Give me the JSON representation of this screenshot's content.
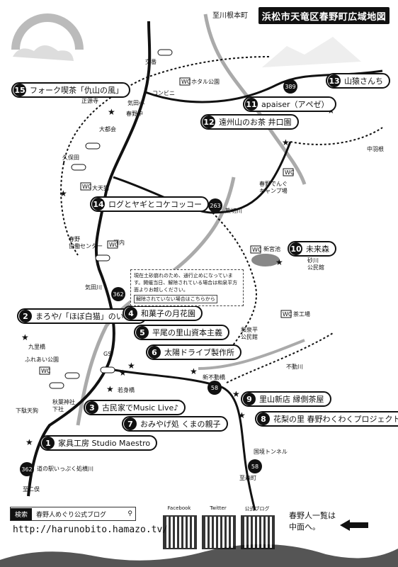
{
  "title": "浜松市天竜区春野町広域地図",
  "spots": [
    {
      "num": "15",
      "label": "フォーク喫茶「仇山の風」"
    },
    {
      "num": "13",
      "label": "山猿さんち"
    },
    {
      "num": "11",
      "label": "apaiser（アペゼ）"
    },
    {
      "num": "12",
      "label": "遠州山のお茶 井口園"
    },
    {
      "num": "14",
      "label": "ログとヤギとコケコッコー"
    },
    {
      "num": "10",
      "label": "未来森"
    },
    {
      "num": "2",
      "label": "まろや/「ほぼ白猫」のいる宿"
    },
    {
      "num": "4",
      "label": "和菓子の月花園"
    },
    {
      "num": "5",
      "label": "平尾の里山資本主義"
    },
    {
      "num": "6",
      "label": "太陽ドライブ製作所"
    },
    {
      "num": "9",
      "label": "里山新店 縁側茶屋"
    },
    {
      "num": "3",
      "label": "古民家でMusic Live♪"
    },
    {
      "num": "8",
      "label": "花梨の里 春野わくわくプロジェクト"
    },
    {
      "num": "7",
      "label": "おみやげ処 くまの親子"
    },
    {
      "num": "1",
      "label": "家具工房 Studio Maestro"
    }
  ],
  "places": {
    "kawanemoto": "至川根本町",
    "kouban": "交番",
    "hotaru": "ホタル公園",
    "konbini": "コンビニ",
    "keta": "気田小",
    "haruno_naka": "春野中",
    "shouenji": "正源寺",
    "daitoukai": "大都会",
    "kubota": "久保田",
    "daitenkou": "大天狗",
    "haruno_camp": "春野でんぐ\nキャンプ場",
    "nakaba": "中羽根",
    "kumakiri": "熊切川",
    "kyodo": "春野\n協働センター",
    "kawauchi": "河内",
    "ketagawa": "気田川",
    "shinmiyaike": "新宮池",
    "sunagawa": "砂川\n公民館",
    "chakojo": "茶工場",
    "wakahira": "和泉平\n公民館",
    "fudou": "不動川",
    "shinfudou": "新不動橋",
    "kyuribashi": "九里橋",
    "fureai": "ふれあい公園",
    "shimokettendai": "下駄天狗",
    "akiba": "秋葉神社\n下社",
    "wakamibashi": "若身橋",
    "gs": "GS",
    "michinoeki": "道の駅いっぷく処横川",
    "nimata": "至二俣",
    "kunitoko": "国境トンネル",
    "moriya": "至森町",
    "wc": "WC"
  },
  "routes": {
    "r362a": "362",
    "r362b": "362",
    "r263": "263",
    "r389": "389",
    "r58a": "58",
    "r58b": "58"
  },
  "notice": {
    "text": "現在土砂崩れのため、通行止めになっています。開催当日、解除されている場合は和泉平方面よりお越しください。",
    "highlight": "解除されていない場合はこちらから"
  },
  "footer": {
    "search_tag": "検索",
    "search_text": "春野人めぐり公式ブログ",
    "url": "http://harunobito.hamazo.tv/",
    "qr_facebook": "Facebook",
    "qr_twitter": "Twitter",
    "qr_blog": "公式ブログ",
    "ichiran": "春野人一覧は\n中面へ。"
  }
}
